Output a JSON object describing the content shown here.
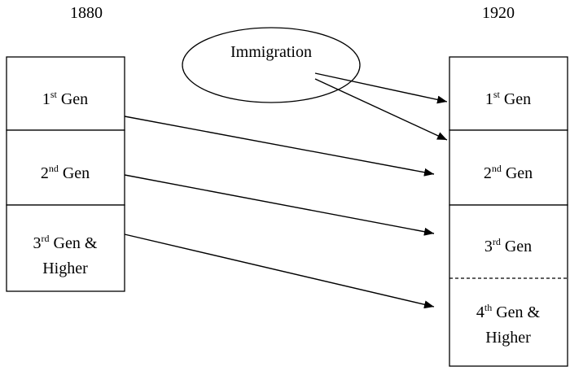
{
  "left_year": "1880",
  "right_year": "1920",
  "source": "Immigration",
  "left": {
    "gen1": {
      "num": "1",
      "sup": "st",
      "rest": " Gen"
    },
    "gen2": {
      "num": "2",
      "sup": "nd",
      "rest": " Gen"
    },
    "gen3": {
      "num": "3",
      "sup": "rd",
      "rest": " Gen &",
      "line2": "Higher"
    }
  },
  "right": {
    "gen1": {
      "num": "1",
      "sup": "st",
      "rest": " Gen"
    },
    "gen2": {
      "num": "2",
      "sup": "nd",
      "rest": " Gen"
    },
    "gen3": {
      "num": "3",
      "sup": "rd",
      "rest": " Gen"
    },
    "gen4": {
      "num": "4",
      "sup": "th",
      "rest": " Gen &",
      "line2": "Higher"
    }
  }
}
